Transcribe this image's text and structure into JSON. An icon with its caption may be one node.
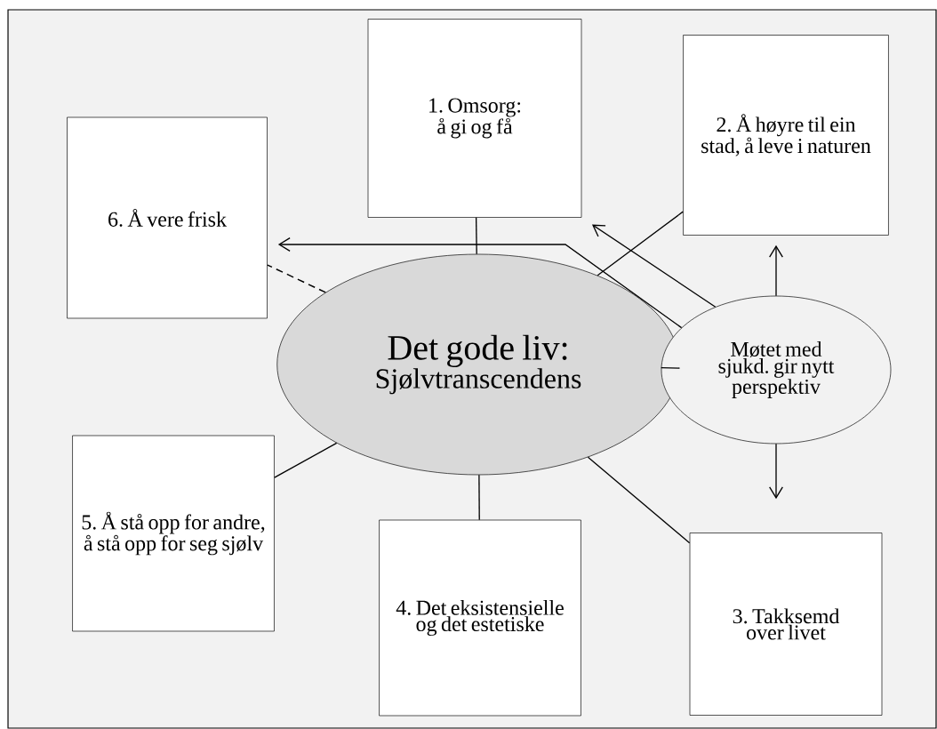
{
  "diagram": {
    "nodes": [
      {
        "text": [
          "1. Omsorg: å gi og få"
        ]
      },
      {
        "text": [
          "2. Å høyre til ein stad, å leve i naturen"
        ]
      },
      {
        "text": [
          "6. Å vere frisk"
        ]
      },
      {
        "text": [
          "Det gode liv:",
          "Sjølvtranscendens"
        ]
      },
      {
        "text": [
          "Møtet med sjukd. gir nytt perspektiv"
        ]
      },
      {
        "text": [
          "5. Å stå opp for andre, å stå opp for seg sjølv"
        ]
      },
      {
        "text": [
          "4. Det eksistensielle og det estetiske"
        ]
      },
      {
        "text": [
          "3. Takksemd over livet"
        ]
      }
    ],
    "edges": [
      {
        "from": 3,
        "to": 0,
        "arrow": "none"
      },
      {
        "from": 3,
        "to": 1,
        "arrow": "none"
      },
      {
        "from": 3,
        "to": 2,
        "arrow": "none",
        "style": "dashed"
      },
      {
        "from": 3,
        "to": 5,
        "arrow": "none"
      },
      {
        "from": 3,
        "to": 6,
        "arrow": "none"
      },
      {
        "from": 3,
        "to": 7,
        "arrow": "none"
      },
      {
        "from": 4,
        "to": 3,
        "arrow": "none"
      },
      {
        "from": 4,
        "to": 2,
        "arrow": "to"
      },
      {
        "from": 4,
        "to": 0,
        "arrow": "to"
      },
      {
        "from": 4,
        "to": 1,
        "arrow": "to"
      },
      {
        "from": 4,
        "to": 7,
        "arrow": "to"
      }
    ]
  }
}
